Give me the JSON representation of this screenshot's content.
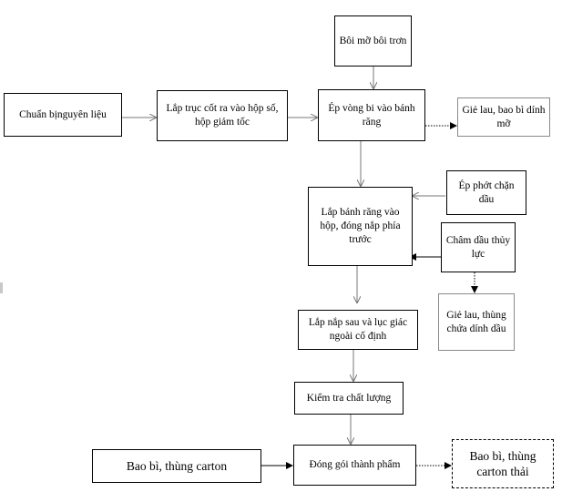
{
  "diagram": {
    "nodes": {
      "boi_mo": "Bôi mỡ bôi trơn",
      "chuan_bi": "Chuẩn bịnguyên liệu",
      "lap_truc": "Lắp trục cốt ra vào hộp số, hộp giảm tốc",
      "ep_vong_bi": "Ép vòng bi vào bánh răng",
      "gie_lau_mo": "Giẻ lau, bao bì dính mỡ",
      "ep_phot": "Ép phớt chặn dầu",
      "lap_banh_rang": "Lắp bánh răng vào hộp, đóng nắp phía trước",
      "cham_dau": "Châm dầu thủy lực",
      "gie_lau_dau": "Giẻ lau, thùng chứa dính dầu",
      "lap_nap_sau": "Lắp nắp sau và lục giác ngoài cố định",
      "kiem_tra": "Kiểm tra chất lượng",
      "bao_bi_in": "Bao bì, thùng carton",
      "dong_goi": "Đóng gói thành phẩm",
      "bao_bi_thai": "Bao bì, thùng carton thải"
    }
  }
}
